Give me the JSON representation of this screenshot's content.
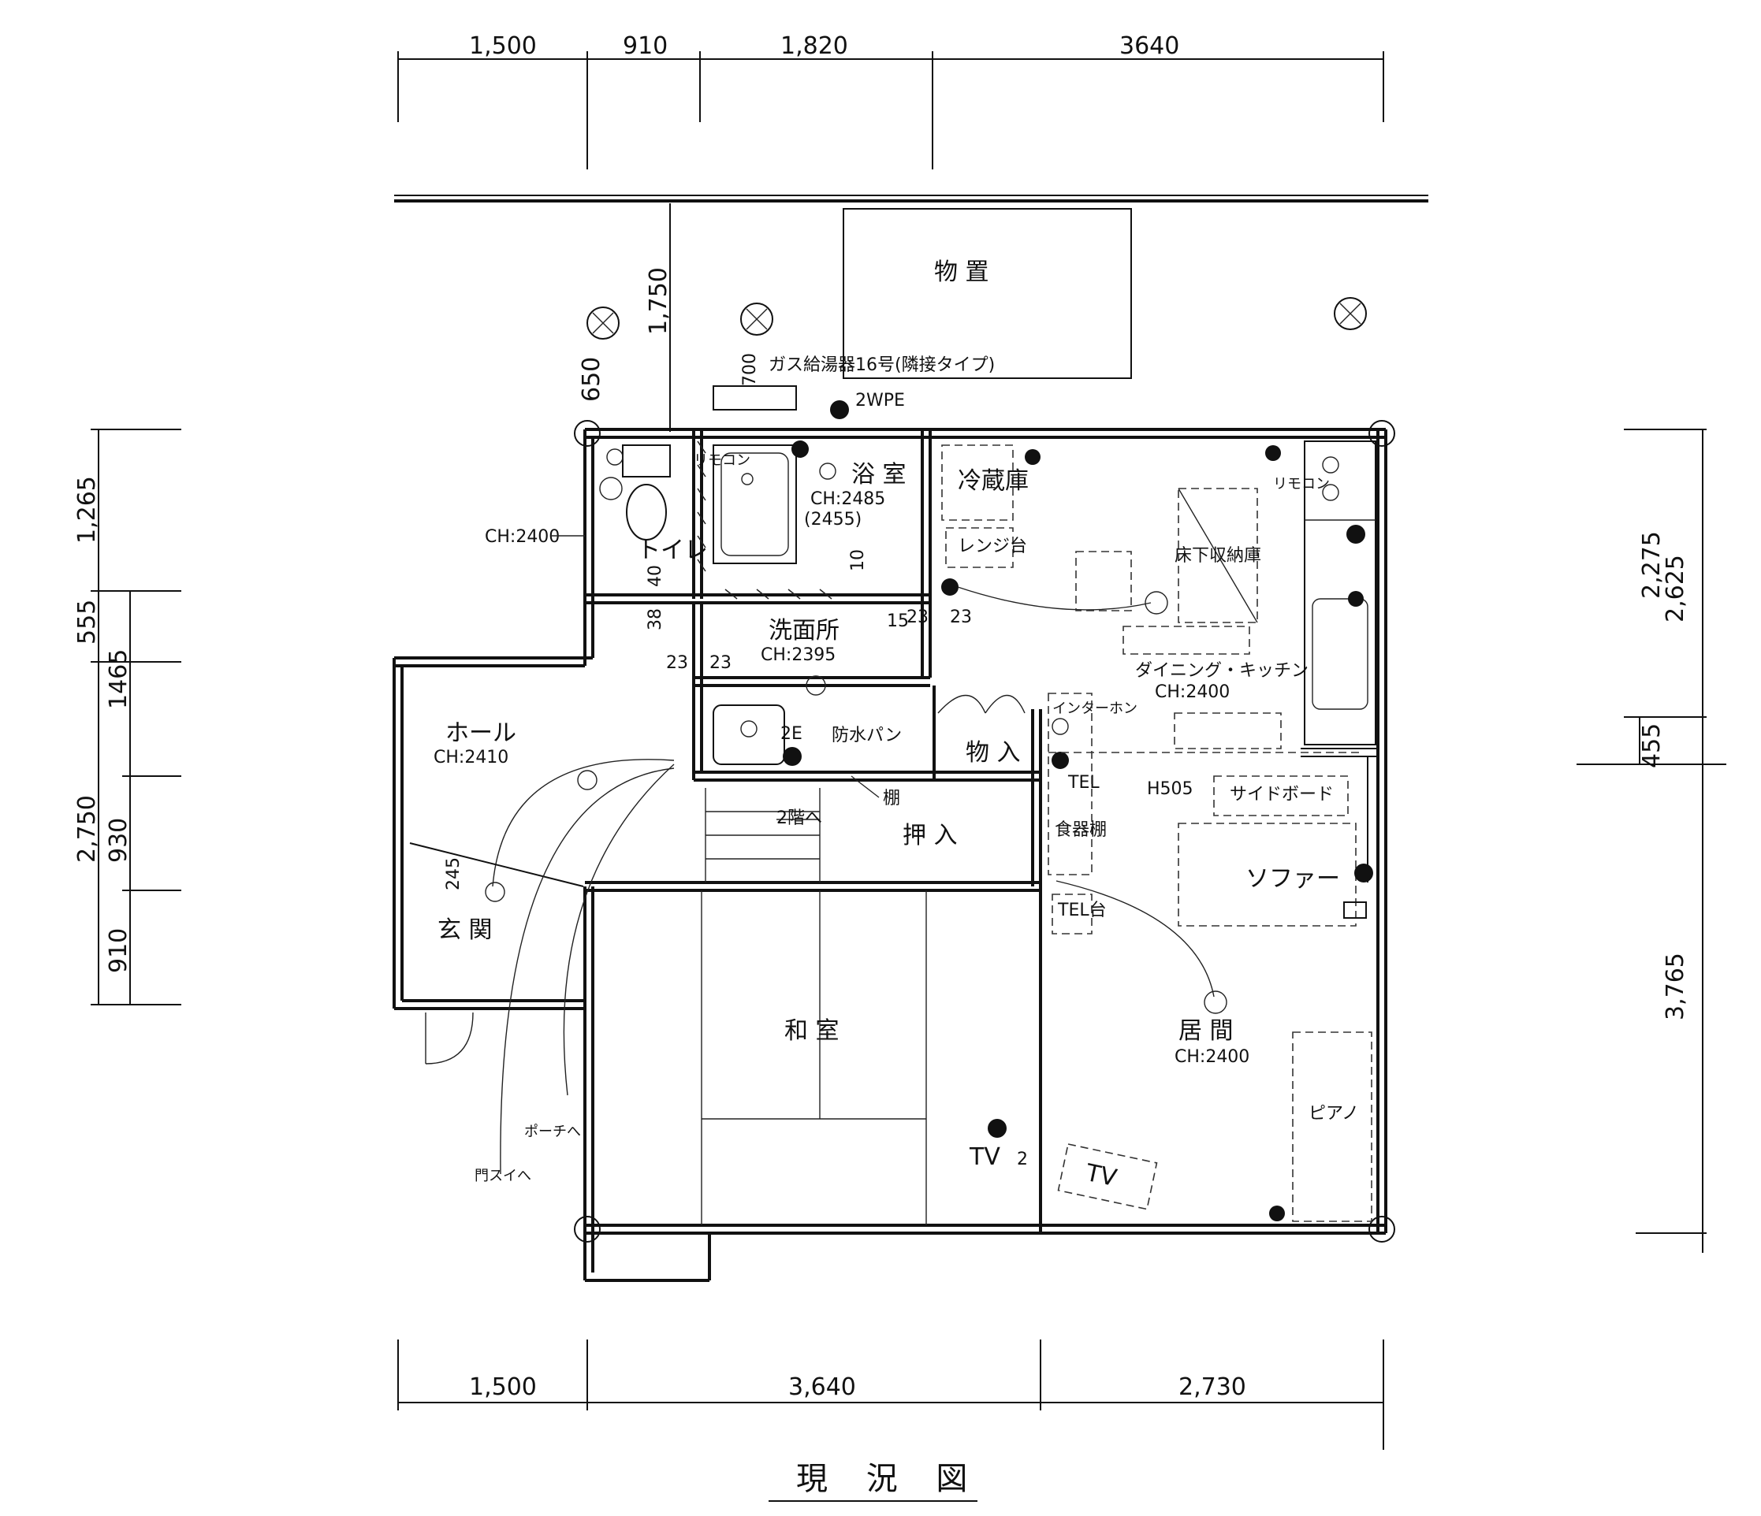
{
  "title": "現 況 図",
  "dimensions": {
    "top": [
      "1,500",
      "910",
      "1,820",
      "3640"
    ],
    "bottom": [
      "1,500",
      "3,640",
      "2,730"
    ],
    "left_outer": [
      "1,265",
      "555",
      "2,750",
      "910"
    ],
    "left_inner": [
      "1465",
      "930"
    ],
    "right": [
      "2,275",
      "2,625",
      "455",
      "3,765"
    ],
    "other": [
      "1,750",
      "650",
      "700",
      "245",
      "40",
      "38",
      "23",
      "23",
      "10",
      "15",
      "23",
      "23"
    ]
  },
  "rooms": {
    "storage": "物 置",
    "toilet": "トイレ",
    "bath": "浴 室",
    "bath_ch": "CH:2485",
    "bath_ch2": "(2455)",
    "washroom": "洗面所",
    "washroom_ch": "CH:2395",
    "hall": "ホール",
    "hall_ch": "CH:2410",
    "entrance": "玄 関",
    "tatami": "和 室",
    "living": "居 間",
    "living_ch": "CH:2400",
    "dining": "ダイニング・キッチン",
    "dining_ch": "CH:2400",
    "closet1": "物 入",
    "closet2": "押 入",
    "ch_left": "CH:2400"
  },
  "labels": {
    "water_heater": "ガス給湯器16号(隣接タイプ)",
    "wpe": "2WPE",
    "fridge": "冷蔵庫",
    "range": "レンジ台",
    "pantry_storage": "床下収納庫",
    "washing_pan": "防水パン",
    "shelf": "棚",
    "stairs": "2階へ",
    "interphone": "インターホン",
    "tel": "TEL",
    "h505": "H505",
    "sideboard": "サイドボード",
    "cupboard": "食器棚",
    "sofa": "ソファー",
    "tel_stand": "TEL台",
    "piano": "ピアノ",
    "tv": "TV",
    "tv_outlet": "TV",
    "porch": "ポーチへ",
    "gate": "門スイへ",
    "remote1": "リモコン",
    "remote2": "リモコン",
    "outlet_2": "2",
    "outlet_2e": "2E"
  }
}
